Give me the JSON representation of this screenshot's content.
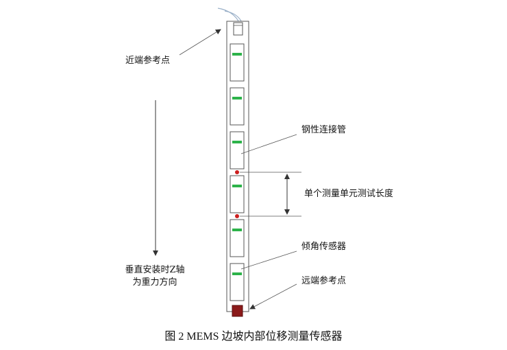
{
  "labels": {
    "near_ref": "近端参考点",
    "steel_tube": "钢性连接管",
    "unit_length": "单个测量单元测试长度",
    "tilt_sensor": "倾角传感器",
    "far_ref": "远端参考点",
    "gravity_line1": "垂直安装时Z轴",
    "gravity_line2": "为重力方向"
  },
  "caption": "图 2 MEMS 边坡内部位移测量传感器",
  "sensor_unit_count": 6,
  "colors": {
    "sensor_chip": "#2db34a",
    "marker_dot": "#cc1f1f",
    "end_block": "#8b1a1a",
    "outline": "#555555",
    "leader_line": "#555555"
  }
}
